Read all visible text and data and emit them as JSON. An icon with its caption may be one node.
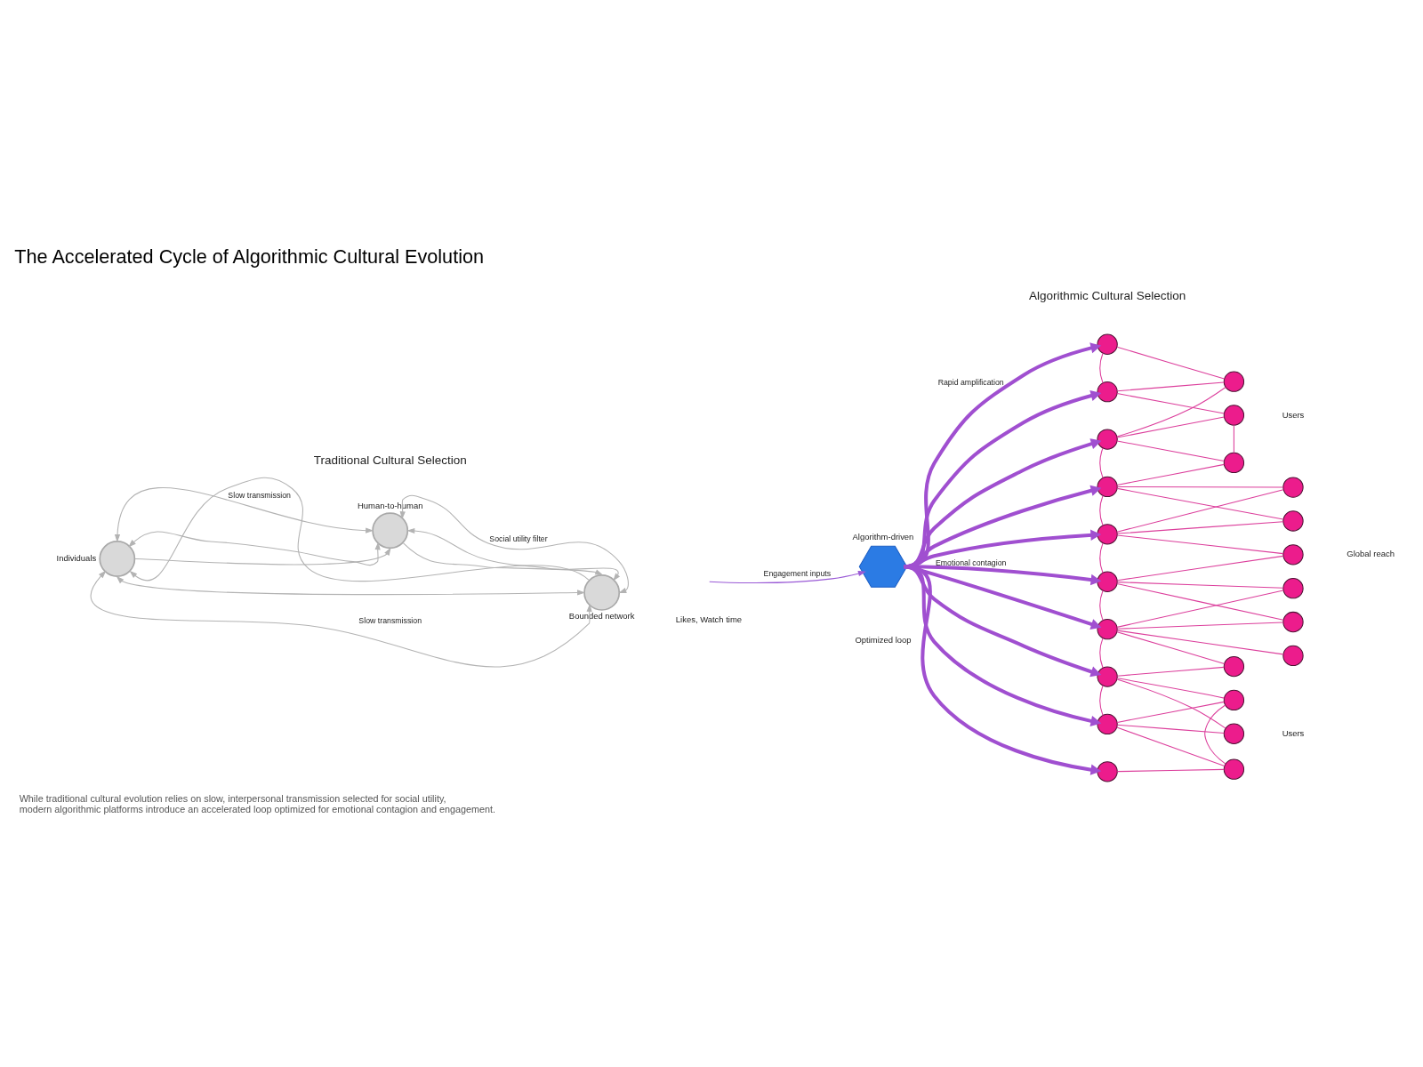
{
  "diagram": {
    "title": "The Accelerated Cycle of Algorithmic Cultural Evolution",
    "caption": "While traditional cultural evolution relies on slow, interpersonal transmission selected for social utility, modern algorithmic platforms introduce an accelerated loop optimized for emotional contagion and engagement.",
    "nodes": [
      {
        "text": [
          "Human-to-human"
        ]
      },
      {
        "text": [
          "Individuals"
        ]
      },
      {
        "text": [
          "Bounded network"
        ]
      },
      {
        "text": [
          "Algorithm-driven"
        ]
      },
      {
        "text": [],
        "shape": "circle"
      },
      {
        "text": [],
        "shape": "circle"
      },
      {
        "text": [],
        "shape": "circle"
      },
      {
        "text": [],
        "shape": "circle"
      },
      {
        "text": [],
        "shape": "circle"
      },
      {
        "text": [],
        "shape": "circle"
      },
      {
        "text": [],
        "shape": "circle"
      },
      {
        "text": [],
        "shape": "circle"
      },
      {
        "text": [],
        "shape": "circle"
      },
      {
        "text": [],
        "shape": "circle"
      },
      {
        "text": [],
        "shape": "circle"
      },
      {
        "text": [],
        "shape": "circle"
      },
      {
        "text": [],
        "shape": "circle"
      },
      {
        "text": [],
        "shape": "circle"
      },
      {
        "text": [],
        "shape": "circle"
      },
      {
        "text": [],
        "shape": "circle"
      },
      {
        "text": [],
        "shape": "circle"
      },
      {
        "text": [],
        "shape": "circle"
      },
      {
        "text": [],
        "shape": "circle"
      },
      {
        "text": [],
        "shape": "circle"
      },
      {
        "text": [],
        "shape": "circle"
      },
      {
        "text": [],
        "shape": "circle"
      },
      {
        "text": [],
        "shape": "circle"
      }
    ],
    "edges": [
      {
        "from": 1,
        "to": 0,
        "arrow": "both",
        "label": "Slow transmission",
        "color": "#b3b3b3"
      },
      {
        "from": 1,
        "to": 0,
        "arrow": "both",
        "color": "#b3b3b3"
      },
      {
        "from": 1,
        "to": 0,
        "arrow": "to",
        "color": "#b3b3b3"
      },
      {
        "from": 0,
        "to": 2,
        "arrow": "to",
        "color": "#b3b3b3"
      },
      {
        "from": 0,
        "to": 2,
        "arrow": "both",
        "color": "#b3b3b3"
      },
      {
        "from": 0,
        "to": 2,
        "arrow": "both",
        "label": "Social utility filter",
        "color": "#b3b3b3"
      },
      {
        "from": 2,
        "to": 1,
        "arrow": "to",
        "color": "#b3b3b3"
      },
      {
        "from": 1,
        "to": 2,
        "arrow": "both",
        "color": "#b3b3b3"
      },
      {
        "from": 1,
        "to": 2,
        "arrow": "both",
        "label": "Slow transmission",
        "color": "#b3b3b3"
      },
      {
        "from": null,
        "to": 3,
        "arrow": "to",
        "label": "Engagement inputs",
        "color": "#9a5ad6"
      },
      {
        "from": 3,
        "to": 4,
        "arrow": "to",
        "label": "Rapid amplification",
        "style": "thick",
        "color": "#a04fd0"
      },
      {
        "from": 3,
        "to": 7,
        "arrow": "to",
        "style": "thick",
        "color": "#a04fd0"
      },
      {
        "from": 3,
        "to": 8,
        "arrow": "to",
        "style": "thick",
        "color": "#a04fd0"
      },
      {
        "from": 3,
        "to": 11,
        "arrow": "to",
        "style": "thick",
        "color": "#a04fd0"
      },
      {
        "from": 3,
        "to": 13,
        "arrow": "to",
        "style": "thick",
        "color": "#a04fd0"
      },
      {
        "from": 3,
        "to": 15,
        "arrow": "to",
        "label": "Emotional contagion",
        "style": "thick",
        "color": "#a04fd0"
      },
      {
        "from": 3,
        "to": 17,
        "arrow": "to",
        "style": "thick",
        "color": "#a04fd0"
      },
      {
        "from": 3,
        "to": 21,
        "arrow": "to",
        "style": "thick",
        "color": "#a04fd0"
      },
      {
        "from": 3,
        "to": 22,
        "arrow": "to",
        "style": "thick",
        "color": "#a04fd0"
      },
      {
        "from": 3,
        "to": 23,
        "arrow": "to",
        "style": "thick",
        "color": "#a04fd0"
      },
      {
        "from": 4,
        "to": 5,
        "arrow": "none"
      },
      {
        "from": 4,
        "to": 7,
        "arrow": "none"
      },
      {
        "from": 7,
        "to": 5,
        "arrow": "none"
      },
      {
        "from": 7,
        "to": 6,
        "arrow": "none"
      },
      {
        "from": 8,
        "to": 5,
        "arrow": "none"
      },
      {
        "from": 8,
        "to": 6,
        "arrow": "none"
      },
      {
        "from": 6,
        "to": 9,
        "arrow": "none"
      },
      {
        "from": 8,
        "to": 9,
        "arrow": "none"
      },
      {
        "from": 8,
        "to": 11,
        "arrow": "none"
      },
      {
        "from": 11,
        "to": 9,
        "arrow": "none"
      },
      {
        "from": 11,
        "to": 10,
        "arrow": "none"
      },
      {
        "from": 11,
        "to": 12,
        "arrow": "none"
      },
      {
        "from": 11,
        "to": 13,
        "arrow": "none"
      },
      {
        "from": 13,
        "to": 10,
        "arrow": "none"
      },
      {
        "from": 13,
        "to": 12,
        "arrow": "none"
      },
      {
        "from": 13,
        "to": 14,
        "arrow": "none"
      },
      {
        "from": 13,
        "to": 15,
        "arrow": "none"
      },
      {
        "from": 15,
        "to": 14,
        "arrow": "none"
      },
      {
        "from": 15,
        "to": 16,
        "arrow": "none"
      },
      {
        "from": 15,
        "to": 17,
        "arrow": "none"
      },
      {
        "from": 15,
        "to": 18,
        "arrow": "none"
      },
      {
        "from": 17,
        "to": 16,
        "arrow": "none"
      },
      {
        "from": 17,
        "to": 18,
        "arrow": "none"
      },
      {
        "from": 17,
        "to": 20,
        "arrow": "none"
      },
      {
        "from": 17,
        "to": 19,
        "arrow": "none"
      },
      {
        "from": 17,
        "to": 21,
        "arrow": "none"
      },
      {
        "from": 21,
        "to": 20,
        "arrow": "none"
      },
      {
        "from": 21,
        "to": 22,
        "arrow": "none"
      },
      {
        "from": 21,
        "to": 24,
        "arrow": "none"
      },
      {
        "from": 21,
        "to": 25,
        "arrow": "none"
      },
      {
        "from": 22,
        "to": 24,
        "arrow": "none"
      },
      {
        "from": 22,
        "to": 26,
        "arrow": "none"
      },
      {
        "from": 22,
        "to": 25,
        "arrow": "none"
      },
      {
        "from": 23,
        "to": 26,
        "arrow": "none"
      },
      {
        "from": 26,
        "to": 25,
        "arrow": "none"
      }
    ],
    "labels": [
      "Traditional Cultural Selection",
      "Algorithmic Cultural Selection",
      "Users",
      "Global reach",
      "Likes, Watch time",
      "Optimized loop",
      "Users"
    ]
  }
}
